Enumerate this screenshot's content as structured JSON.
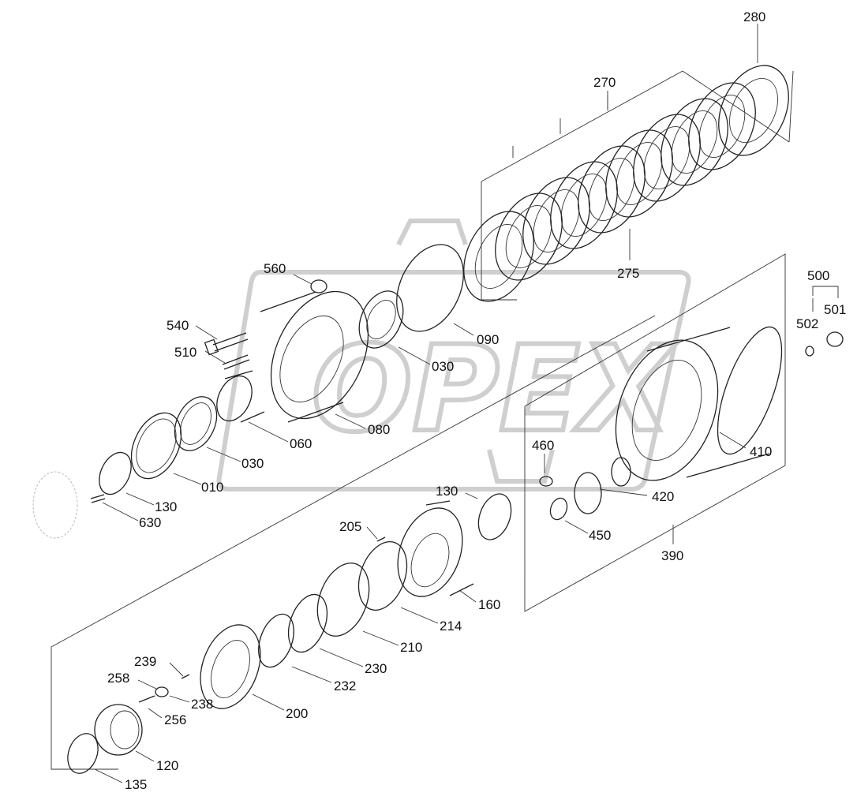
{
  "watermark": "OPEX",
  "labels": {
    "l280": "280",
    "l270": "270",
    "l275": "275",
    "l560": "560",
    "l540": "540",
    "l510": "510",
    "l090": "090",
    "l030a": "030",
    "l080": "080",
    "l060": "060",
    "l030b": "030",
    "l010": "010",
    "l130a": "130",
    "l630": "630",
    "l500": "500",
    "l501": "501",
    "l502": "502",
    "l410": "410",
    "l460": "460",
    "l420": "420",
    "l450": "450",
    "l390": "390",
    "l130b": "130",
    "l205": "205",
    "l160": "160",
    "l214": "214",
    "l210": "210",
    "l230": "230",
    "l232": "232",
    "l200": "200",
    "l239": "239",
    "l258": "258",
    "l238": "238",
    "l256": "256",
    "l120": "120",
    "l135": "135"
  }
}
